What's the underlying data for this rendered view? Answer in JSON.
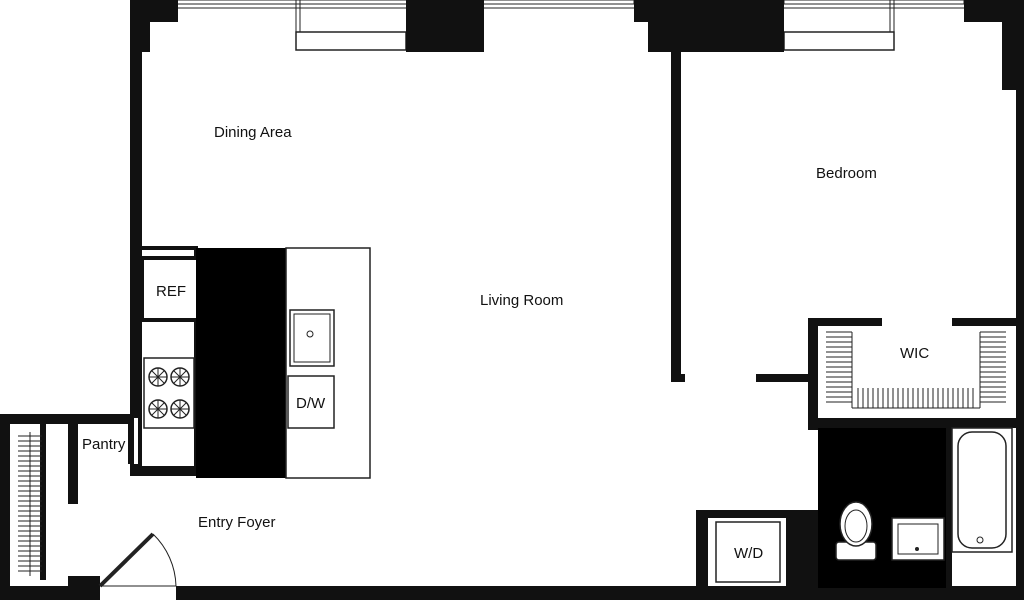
{
  "rooms": {
    "dining_area": "Dining Area",
    "bedroom": "Bedroom",
    "living_room": "Living Room",
    "wic": "WIC",
    "pantry": "Pantry",
    "entry_foyer": "Entry Foyer"
  },
  "fixtures": {
    "refrigerator": "REF",
    "dishwasher": "D/W",
    "washer_dryer": "W/D"
  }
}
